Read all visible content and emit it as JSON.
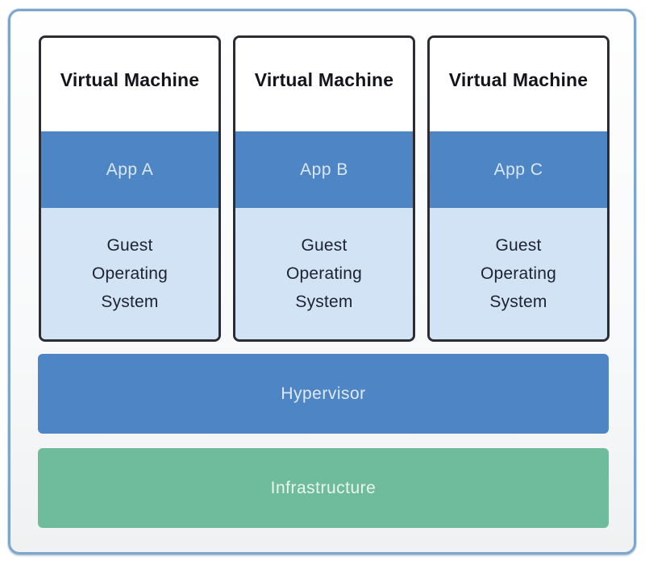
{
  "vms": [
    {
      "title": "Virtual Machine",
      "app_label": "App A",
      "guest_os_label": "Guest Operating System"
    },
    {
      "title": "Virtual Machine",
      "app_label": "App B",
      "guest_os_label": "Guest Operating System"
    },
    {
      "title": "Virtual Machine",
      "app_label": "App C",
      "guest_os_label": "Guest Operating System"
    }
  ],
  "layers": [
    {
      "label": "Hypervisor"
    },
    {
      "label": "Infrastructure"
    }
  ],
  "colors": {
    "outer_border": "#7ea6cc",
    "vm_border": "#2b2c34",
    "vm_title_text": "#14141c",
    "app_bar_bg": "#4e85c5",
    "app_bar_text": "#d9e8f8",
    "guest_os_bg": "#d3e3f6",
    "guest_os_text": "#1d2233",
    "hypervisor_bg": "#4e85c5",
    "hypervisor_text": "#dfeaf8",
    "infrastructure_bg": "#6fbc9d",
    "infrastructure_text": "#e9f5ef"
  }
}
